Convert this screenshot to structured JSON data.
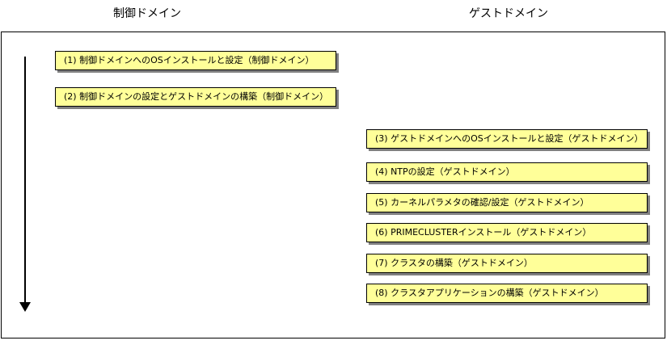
{
  "columns": {
    "control_domain": "制御ドメイン",
    "guest_domain": "ゲストドメイン"
  },
  "steps": [
    {
      "label": "(1) 制御ドメインへのOSインストールと設定（制御ドメイン）",
      "column": "control_domain"
    },
    {
      "label": "(2) 制御ドメインの設定とゲストドメインの構築（制御ドメイン）",
      "column": "control_domain"
    },
    {
      "label": "(3) ゲストドメインへのOSインストールと設定（ゲストドメイン）",
      "column": "guest_domain"
    },
    {
      "label": "(4) NTPの設定（ゲストドメイン）",
      "column": "guest_domain"
    },
    {
      "label": "(5) カーネルパラメタの確認/設定（ゲストドメイン）",
      "column": "guest_domain"
    },
    {
      "label": "(6) PRIMECLUSTERインストール（ゲストドメイン）",
      "column": "guest_domain"
    },
    {
      "label": "(7) クラスタの構築（ゲストドメイン）",
      "column": "guest_domain"
    },
    {
      "label": "(8) クラスタアプリケーションの構築（ゲストドメイン）",
      "column": "guest_domain"
    }
  ],
  "colors": {
    "step_fill": "#ffff99",
    "step_border": "#000000",
    "step_shadow": "#808080"
  }
}
